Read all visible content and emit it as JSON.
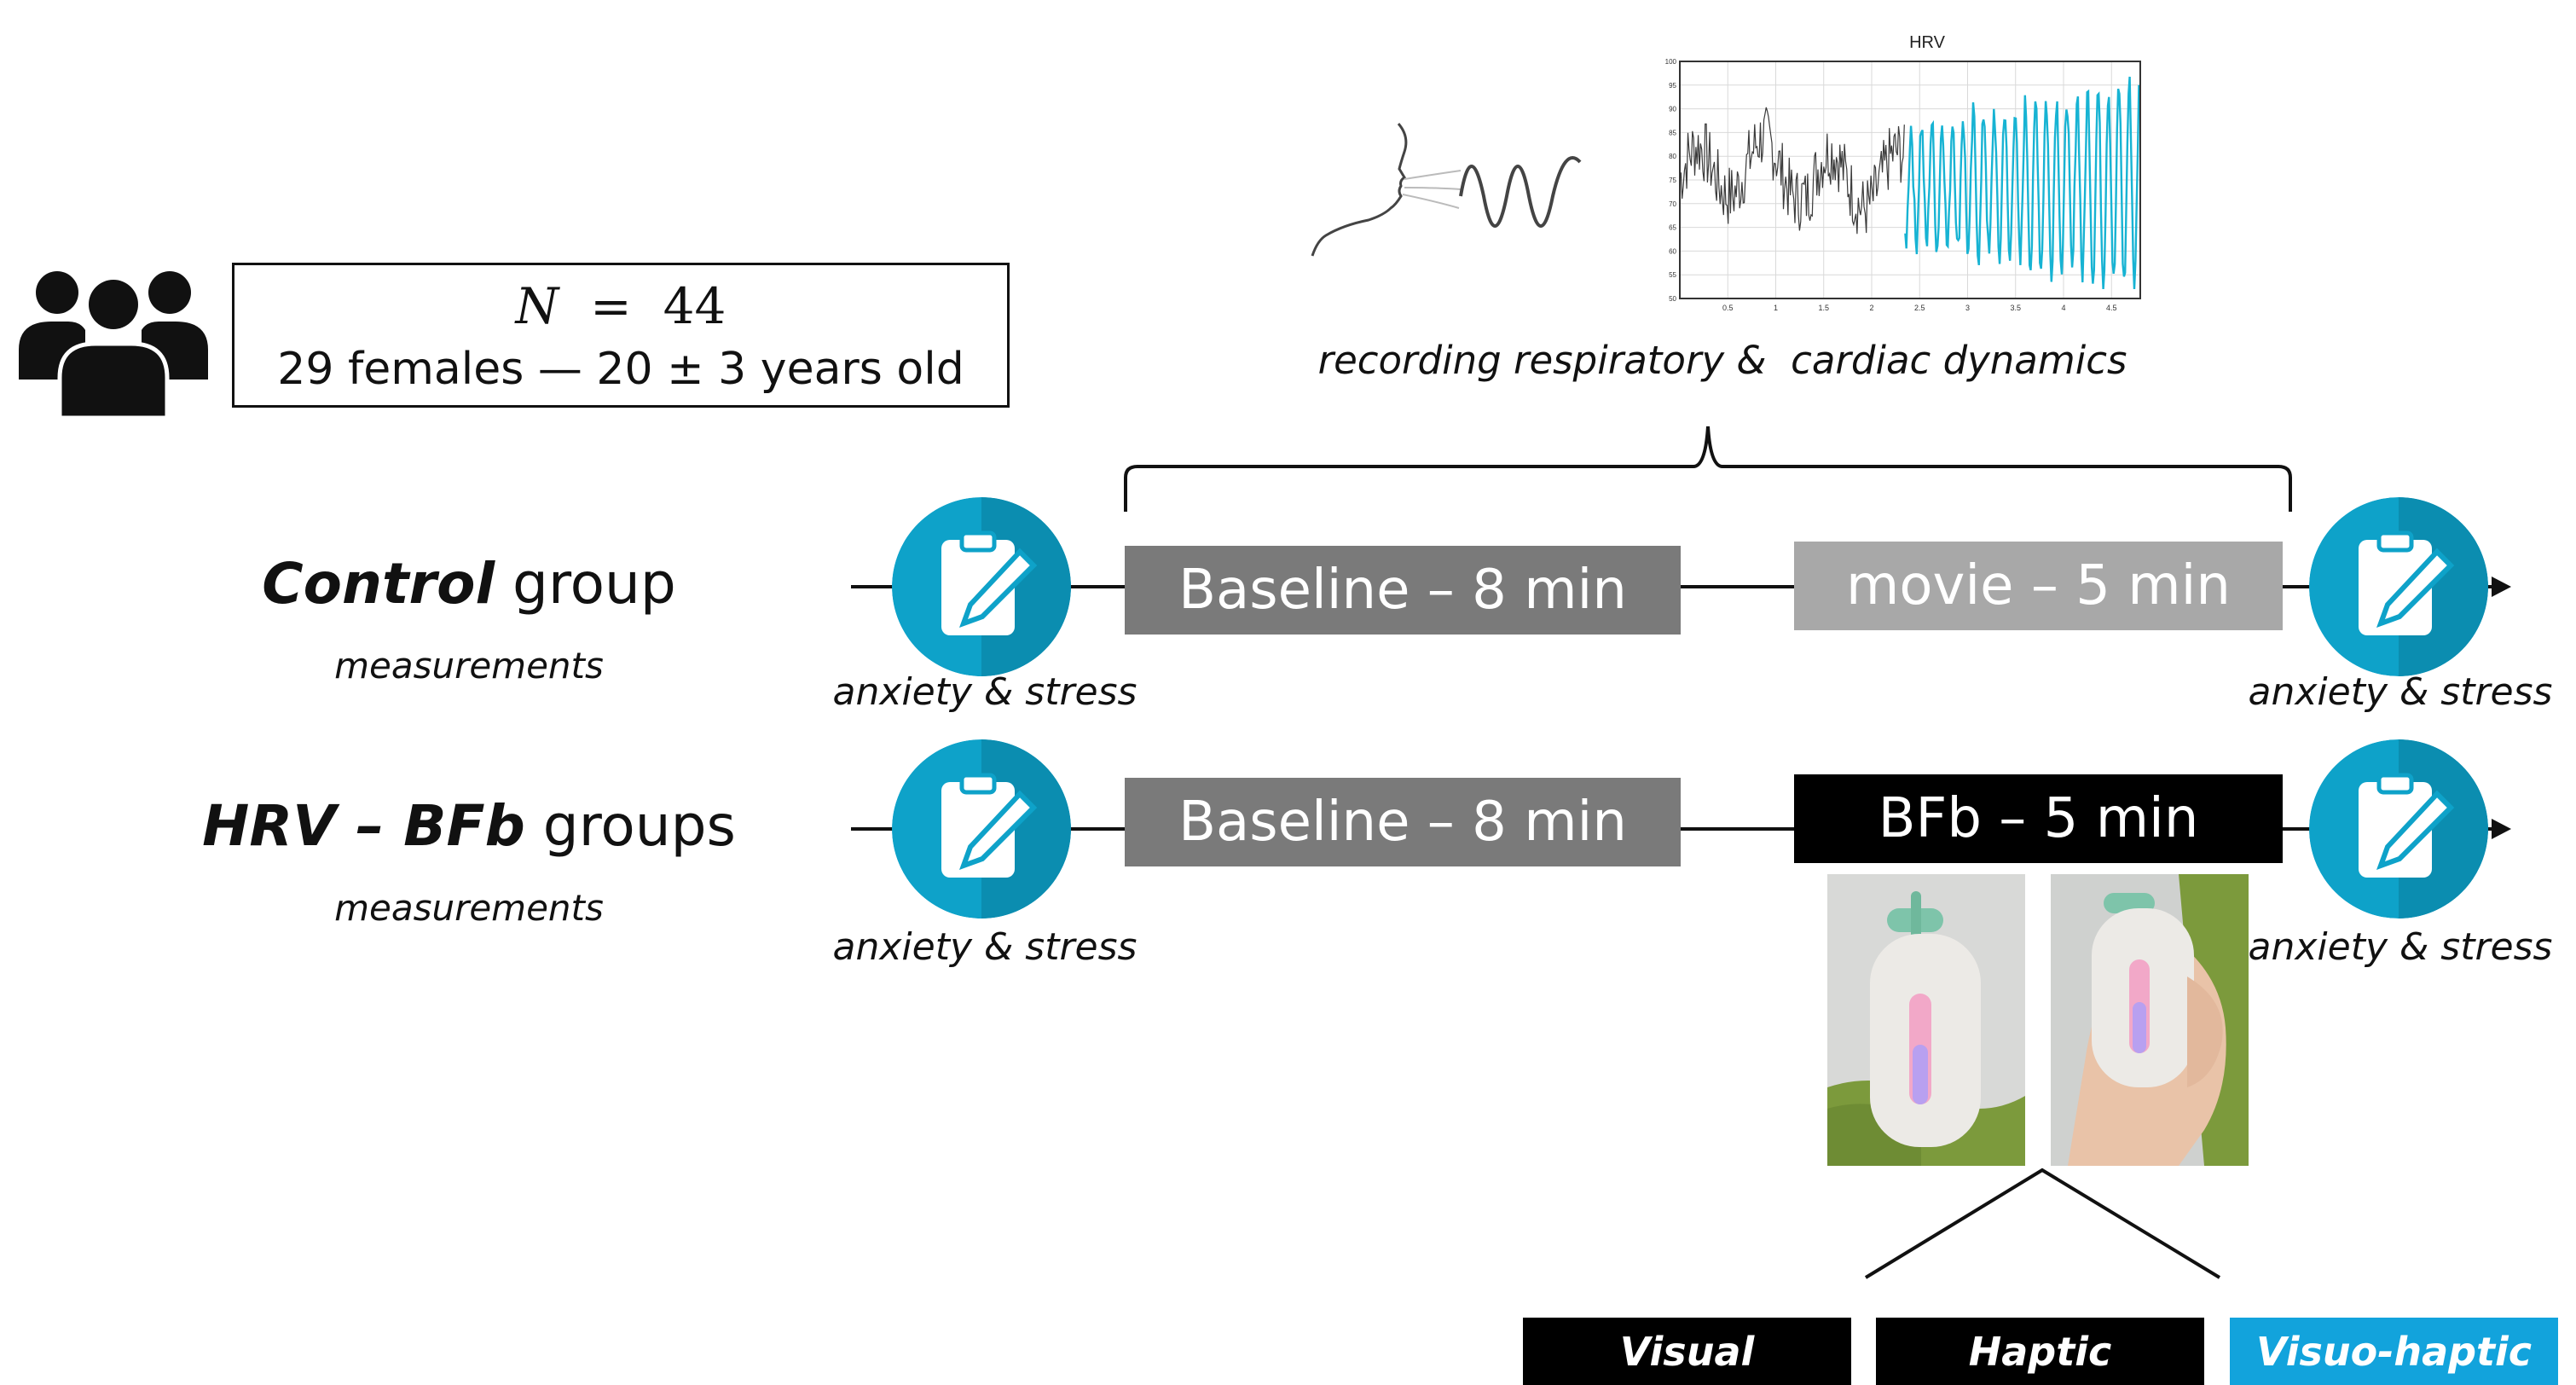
{
  "participants": {
    "icon": "people-group-icon",
    "n_symbol": "N",
    "n_equals": "=",
    "n_value": "44",
    "demographics": "29 females — 20 ± 3 years old"
  },
  "recording": {
    "breathing_icon": "face-breathing-icon",
    "label": "recording respiratory &  cardiac dynamics"
  },
  "hrv_chart": {
    "title": "HRV",
    "x_ticks": [
      "0.5",
      "1",
      "1.5",
      "2",
      "2.5",
      "3",
      "3.5",
      "4",
      "4.5"
    ],
    "y_ticks": [
      "100",
      "95",
      "90",
      "85",
      "80",
      "75",
      "70",
      "65",
      "60",
      "55",
      "50"
    ],
    "colors": {
      "baseline": "#3a3a3a",
      "biofeedback": "#17b3d3"
    }
  },
  "control": {
    "title_bold": "Control",
    "title_rest": " group",
    "subtitle": "measurements",
    "pre_label": "anxiety & stress",
    "baseline_label": "Baseline – 8 min",
    "task_label": "movie – 5 min",
    "post_label": "anxiety & stress"
  },
  "hrv_bfb": {
    "title_bold": "HRV – BFb",
    "title_rest": " groups",
    "subtitle": "measurements",
    "pre_label": "anxiety & stress",
    "baseline_label": "Baseline – 8 min",
    "task_label": "BFb – 5 min",
    "post_label": "anxiety & stress"
  },
  "icons": {
    "questionnaire": "clipboard-pencil-icon"
  },
  "modalities": [
    "Visual",
    "Haptic",
    "Visuo-haptic"
  ],
  "colors": {
    "clipboard_circle": "#0ea2c9",
    "clipboard_circle_dark": "#0b8db0",
    "baseline_box": "#7a7a7a",
    "movie_box": "#a8a8a8",
    "bfb_box": "#000000",
    "visuo_haptic": "#12a3dc"
  }
}
